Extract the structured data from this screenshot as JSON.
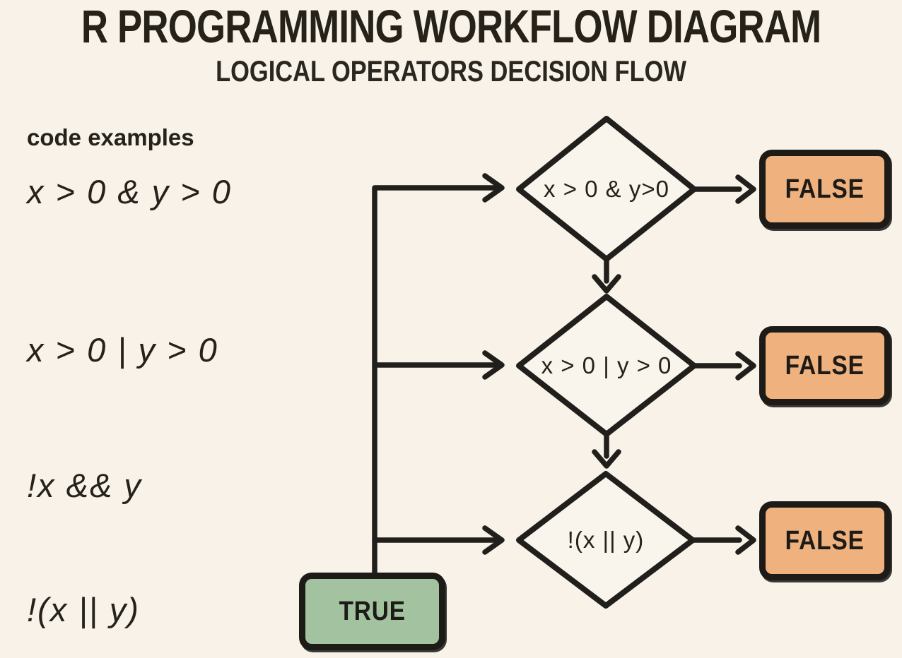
{
  "title": "R PROGRAMMING WORKFLOW DIAGRAM",
  "subtitle": "LOGICAL OPERATORS DECISION FLOW",
  "code_examples": {
    "heading": "code examples",
    "items": [
      "x > 0 & y > 0",
      "x > 0 | y > 0",
      "!x && y",
      "!(x || y)"
    ]
  },
  "flow": {
    "start_node": {
      "label": "TRUE"
    },
    "decisions": [
      {
        "label": "x > 0 & y>0",
        "result": "FALSE"
      },
      {
        "label": "x > 0 | y > 0",
        "result": "FALSE"
      },
      {
        "label": "!(x || y)",
        "result": "FALSE"
      }
    ]
  },
  "colors": {
    "background": "#f8f2e9",
    "line": "#211f1b",
    "true_fill": "#a3c29f",
    "false_fill": "#efb17d",
    "text": "#25211b"
  }
}
